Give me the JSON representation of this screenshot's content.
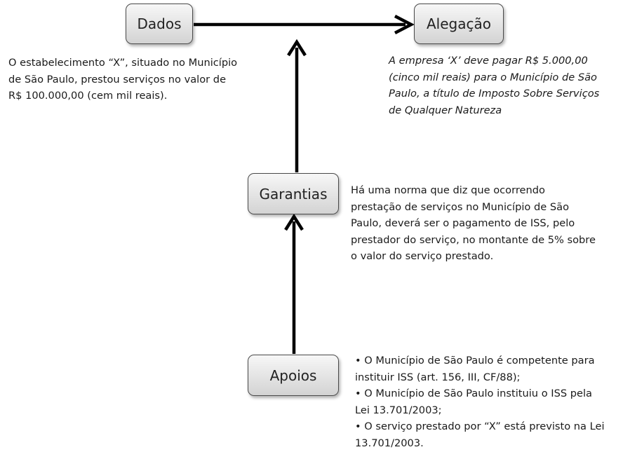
{
  "nodes": {
    "dados": "Dados",
    "alegacao": "Alegação",
    "garantias": "Garantias",
    "apoios": "Apoios"
  },
  "texts": {
    "dados": "O estabelecimento “X”, situado no Município de São Paulo, prestou serviços no valor de R$ 100.000,00 (cem mil reais).",
    "alegacao": "A empresa ‘X’ deve pagar R$ 5.000,00 (cinco mil reais) para o Município de São Paulo, a título de Imposto Sobre Serviços de Qualquer Natureza",
    "garantias": "Há uma norma que diz que ocorrendo prestação de serviços no Município de São Paulo, deverá ser o pagamento de ISS, pelo prestador do serviço, no montante de 5% sobre o valor do serviço prestado.",
    "apoios": [
      "• O Município de São Paulo é competente para instituir ISS (art. 156, III, CF/88);",
      "• O Município de São Paulo instituiu o ISS pela Lei 13.701/2003;",
      "• O serviço prestado por “X” está previsto na Lei 13.701/2003."
    ]
  }
}
